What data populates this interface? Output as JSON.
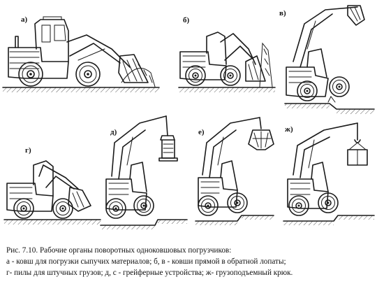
{
  "figure": {
    "panel_labels": [
      "а)",
      "б)",
      "в)",
      "г)",
      "д)",
      "е)",
      "ж)"
    ]
  },
  "caption": {
    "line1": "Рис. 7.10. Рабочие органы поворотных одноковшовых погрузчиков:",
    "line2": "а - ковш для погрузки сыпучих материалов; б, в - ковши прямой в обратной лопаты;",
    "line3": "г- пилы для штучных грузов; д, с - грейферные устройства; ж- грузоподъемный крюк."
  }
}
